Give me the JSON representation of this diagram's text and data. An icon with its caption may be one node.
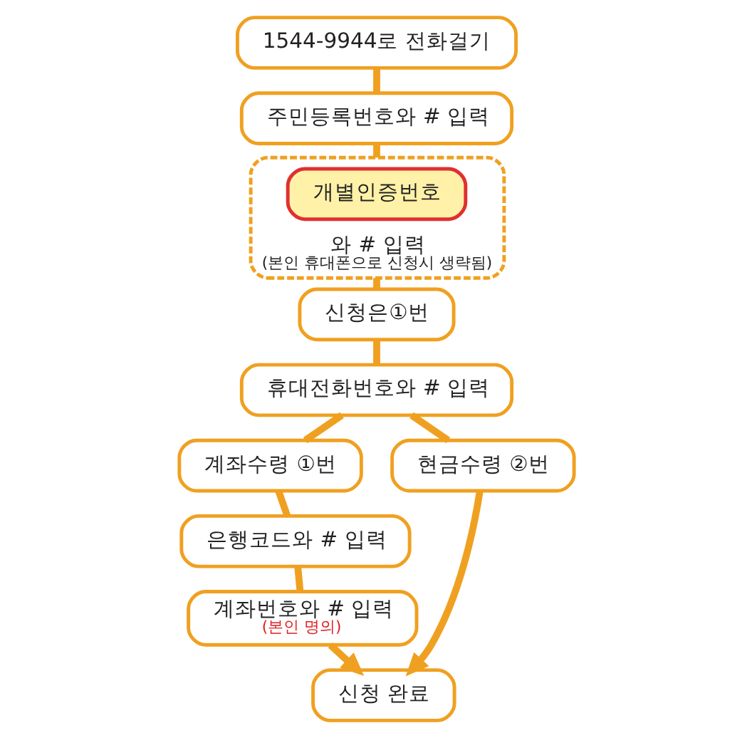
{
  "diagram": {
    "nodes": [
      {
        "text": [
          "1544-9944로 전화걸기"
        ]
      },
      {
        "text": [
          "주민등록번호와 # 입력"
        ]
      },
      {
        "text": [
          "와 # 입력",
          "(본인 휴대폰으로 신청시 생략됨)"
        ]
      },
      {
        "text": [
          "개별인증번호"
        ],
        "in": 2
      },
      {
        "text": [
          "신청은①번"
        ]
      },
      {
        "text": [
          "휴대전화번호와 # 입력"
        ]
      },
      {
        "text": [
          "계좌수령 ①번"
        ]
      },
      {
        "text": [
          "현금수령 ②번"
        ]
      },
      {
        "text": [
          "은행코드와 # 입력"
        ]
      },
      {
        "text": [
          "계좌번호와 # 입력",
          "(본인 명의)"
        ]
      },
      {
        "text": [
          "신청 완료"
        ]
      }
    ],
    "edges": [
      {
        "from": 0,
        "to": 1,
        "arrow": "none"
      },
      {
        "from": 1,
        "to": 2,
        "arrow": "none"
      },
      {
        "from": 2,
        "to": 4,
        "arrow": "none"
      },
      {
        "from": 4,
        "to": 5,
        "arrow": "none"
      },
      {
        "from": 5,
        "to": 6,
        "arrow": "none"
      },
      {
        "from": 5,
        "to": 7,
        "arrow": "none"
      },
      {
        "from": 6,
        "to": 8,
        "arrow": "none"
      },
      {
        "from": 8,
        "to": 9,
        "arrow": "none"
      },
      {
        "from": 9,
        "to": 10,
        "arrow": "to"
      },
      {
        "from": 7,
        "to": 10,
        "arrow": "to"
      }
    ]
  }
}
